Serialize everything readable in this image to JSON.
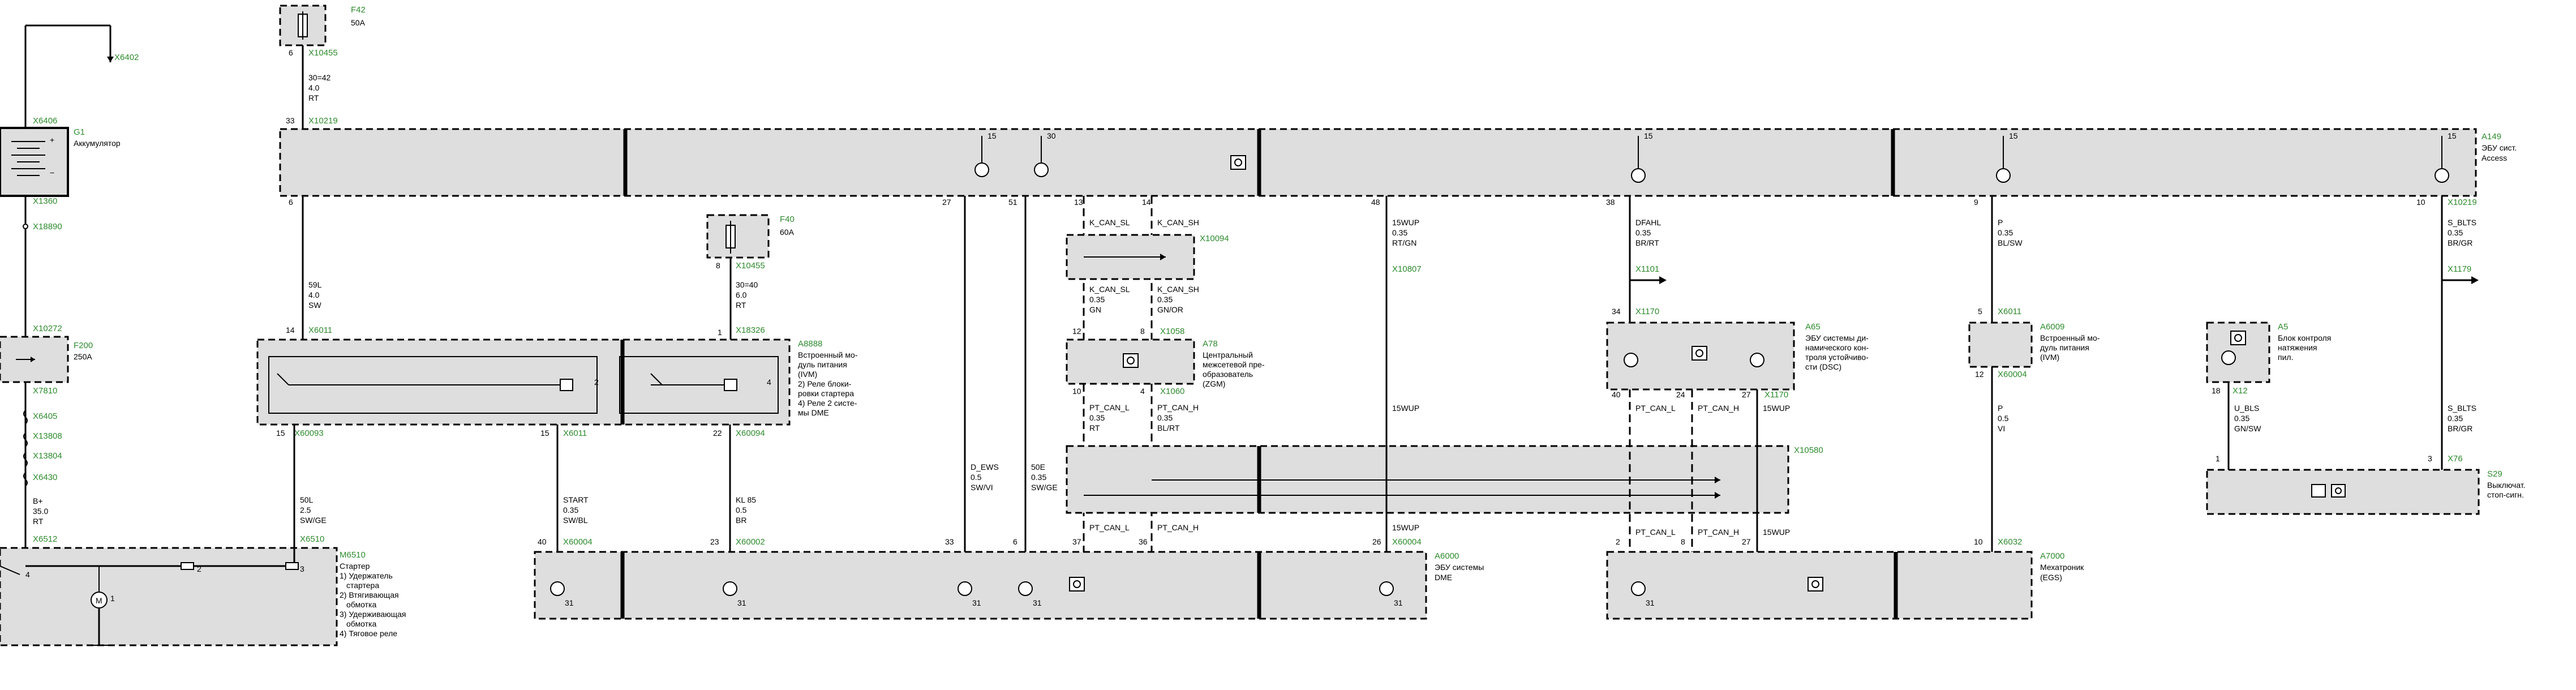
{
  "colors": {
    "connector": "#2e8b2e",
    "box_fill": "#dedede",
    "line": "#000000"
  },
  "labels": {
    "x6402": "X6402",
    "x6406": "X6406",
    "g1": "G1",
    "g1_desc": "Аккумулятор",
    "x1360": "X1360",
    "x18890": "X18890",
    "x10272": "X10272",
    "f200": "F200",
    "f200_amp": "250A",
    "x7810": "X7810",
    "x6405": "X6405",
    "x13808": "X13808",
    "x13804": "X13804",
    "x6430": "X6430",
    "bplus": "B+",
    "bplus_cs": "35.0",
    "bplus_col": "RT",
    "x6512": "X6512",
    "m6510": "M6510",
    "m6510_desc1": "Стартер",
    "m6510_desc2": "1) Удержатель",
    "m6510_desc3": "стартера",
    "m6510_desc4": "2) Втягивающая",
    "m6510_desc5": "обмотка",
    "m6510_desc6": "3) Удерживающая",
    "m6510_desc7": "обмотка",
    "m6510_desc8": "4) Тяговое реле",
    "f42": "F42",
    "f42_amp": "50A",
    "x10455": "X10455",
    "w30_42": "30=42",
    "w30_42_cs": "4.0",
    "w30_42_col": "RT",
    "x10219": "X10219",
    "a149": "A149",
    "a149_desc1": "ЭБУ сист.",
    "a149_desc2": "Access",
    "w59l": "59L",
    "w59l_cs": "4.0",
    "w59l_col": "SW",
    "x6011a": "X6011",
    "a8888": "A8888",
    "a8888_desc1": "Встроенный мо-",
    "a8888_desc2": "дуль питания",
    "a8888_desc3": "(IVM)",
    "a8888_desc4": "2) Реле блоки-",
    "a8888_desc5": "ровки стартера",
    "a8888_desc6": "4) Реле 2 систе-",
    "a8888_desc7": "мы DME",
    "x60093": "X60093",
    "x6011b": "X6011",
    "x60094": "X60094",
    "w50l": "50L",
    "w50l_cs": "2.5",
    "w50l_col": "SW/GE",
    "x6510": "X6510",
    "start": "START",
    "start_cs": "0.35",
    "start_col": "SW/BL",
    "x60004": "X60004",
    "f40": "F40",
    "f40_amp": "60A",
    "x10455b": "X10455",
    "w30_40": "30=40",
    "w30_40_cs": "6.0",
    "w30_40_col": "RT",
    "x18326": "X18326",
    "kl85": "KL 85",
    "kl85_cs": "0.5",
    "kl85_col": "BR",
    "x60002": "X60002",
    "d_ews": "D_EWS",
    "d_ews_cs": "0.5",
    "d_ews_col": "SW/VI",
    "w50e": "50E",
    "w50e_cs": "0.35",
    "w50e_col": "SW/GE",
    "k_can_sl": "K_CAN_SL",
    "k_can_sh": "K_CAN_SH",
    "x10094": "X10094",
    "k_can_sl_cs": "0.35",
    "k_can_sl_col": "GN",
    "k_can_sh_cs": "0.35",
    "k_can_sh_col": "GN/OR",
    "x1058": "X1058",
    "a78": "A78",
    "a78_desc1": "Центральный",
    "a78_desc2": "межсетевой пре-",
    "a78_desc3": "образователь",
    "a78_desc4": "(ZGM)",
    "x1060": "X1060",
    "pt_can_l": "PT_CAN_L",
    "pt_can_h": "PT_CAN_H",
    "pt_can_l_cs": "0.35",
    "pt_can_l_col": "RT",
    "pt_can_h_cs": "0.35",
    "pt_can_h_col": "BL/RT",
    "x10580": "X10580",
    "w15wup": "15WUP",
    "w15wup_cs": "0.35",
    "w15wup_col": "RT/GN",
    "x10807": "X10807",
    "x60004b": "X60004",
    "a6000": "A6000",
    "a6000_desc1": "ЭБУ системы",
    "a6000_desc2": "DME",
    "dfahl": "DFAHL",
    "dfahl_cs": "0.35",
    "dfahl_col": "BR/RT",
    "x1101": "X1101",
    "x1170": "X1170",
    "a65": "A65",
    "a65_desc1": "ЭБУ системы ди-",
    "a65_desc2": "намического кон-",
    "a65_desc3": "троля устойчиво-",
    "a65_desc4": "сти (DSC)",
    "x1170b": "X1170",
    "p": "P",
    "p_cs": "0.35",
    "p_col": "BL/SW",
    "x6011c": "X6011",
    "a6009": "A6009",
    "a6009_desc1": "Встроенный мо-",
    "a6009_desc2": "дуль питания",
    "a6009_desc3": "(IVM)",
    "x60004c": "X60004",
    "p2": "P",
    "p2_cs": "0.5",
    "p2_col": "VI",
    "x6032": "X6032",
    "a7000": "A7000",
    "a7000_desc1": "Мехатроник",
    "a7000_desc2": "(EGS)",
    "s_blts": "S_BLTS",
    "s_blts_cs": "0.35",
    "s_blts_col": "BR/GR",
    "x10219b": "X10219",
    "x1179": "X1179",
    "a5": "A5",
    "a5_desc1": "Блок контроля",
    "a5_desc2": "натяжения",
    "a5_desc3": "пил.",
    "x12": "X12",
    "u_bls": "U_BLS",
    "u_bls_cs": "0.35",
    "u_bls_col": "GN/SW",
    "s_blts2": "S_BLTS",
    "s_blts2_cs": "0.35",
    "s_blts2_col": "BR/GR",
    "x76": "X76",
    "s29": "S29",
    "s29_desc1": "Выключат.",
    "s29_desc2": "стоп-сигн."
  },
  "pins": {
    "p_f42_6": "6",
    "p_a149_33": "33",
    "p_a149_6": "6",
    "p_a149_27": "27",
    "p_a149_51": "51",
    "p_a149_13": "13",
    "p_a149_14": "14",
    "p_a149_48": "48",
    "p_a149_38": "38",
    "p_a149_9": "9",
    "p_a149_10": "10",
    "p_top_15": "15",
    "p_top_30": "30",
    "p_top_15b": "15",
    "p_top_15c": "15",
    "p_top_15d": "15",
    "p_ivm_14": "14",
    "p_ivm_15": "15",
    "p_ivm_15b": "15",
    "p_ivm_22": "22",
    "p_ivm_1": "1",
    "p_ivm_2": "2",
    "p_ivm_4": "4",
    "p_f40_8": "8",
    "p_zgm_12": "12",
    "p_zgm_8": "8",
    "p_zgm_10": "10",
    "p_zgm_4": "4",
    "p_dme_40": "40",
    "p_dme_23": "23",
    "p_dme_33": "33",
    "p_dme_6": "6",
    "p_dme_37": "37",
    "p_dme_36": "36",
    "p_dme_26": "26",
    "p_dsc_34": "34",
    "p_dsc_40": "40",
    "p_dsc_24": "24",
    "p_dsc_27": "27",
    "p_egs_2": "2",
    "p_egs_8": "8",
    "p_egs_27": "27",
    "p_egs_10": "10",
    "p_ivm2_5": "5",
    "p_ivm2_12": "12",
    "p_a5_18": "18",
    "p_a5_1": "1",
    "p_s29_3": "3",
    "p_m_1": "1",
    "p_m_2": "2",
    "p_m_3": "3",
    "p_m_4": "4",
    "p_31a": "31",
    "p_31b": "31",
    "p_31c": "31",
    "p_31d": "31",
    "p_31e": "31",
    "p_31f": "31"
  }
}
